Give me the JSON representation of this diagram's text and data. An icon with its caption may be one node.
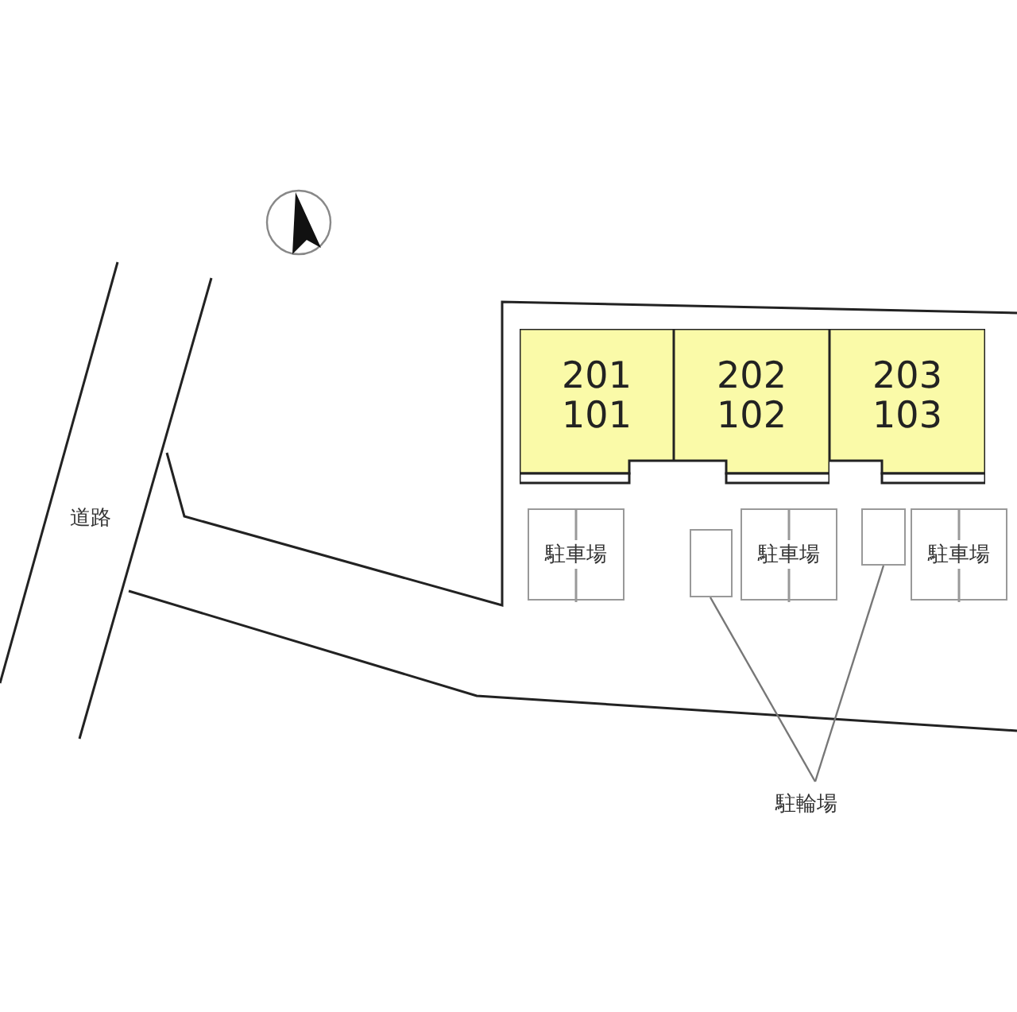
{
  "diagram": {
    "nodes": [
      {
        "text": [
          "201",
          "101"
        ]
      },
      {
        "text": [
          "202",
          "102"
        ]
      },
      {
        "text": [
          "203",
          "103"
        ]
      },
      {
        "text": [
          "駐車場"
        ]
      },
      {
        "text": [],
        "shape": "box"
      },
      {
        "text": [
          "駐車場"
        ]
      },
      {
        "text": [],
        "shape": "box"
      },
      {
        "text": [
          "駐車場"
        ]
      },
      {
        "text": [
          "駐輪場"
        ]
      }
    ],
    "edges": [
      {
        "from": 8,
        "to": 4,
        "arrow": "none"
      },
      {
        "from": 8,
        "to": 6,
        "arrow": "none"
      }
    ],
    "labels": [
      "道路"
    ]
  }
}
